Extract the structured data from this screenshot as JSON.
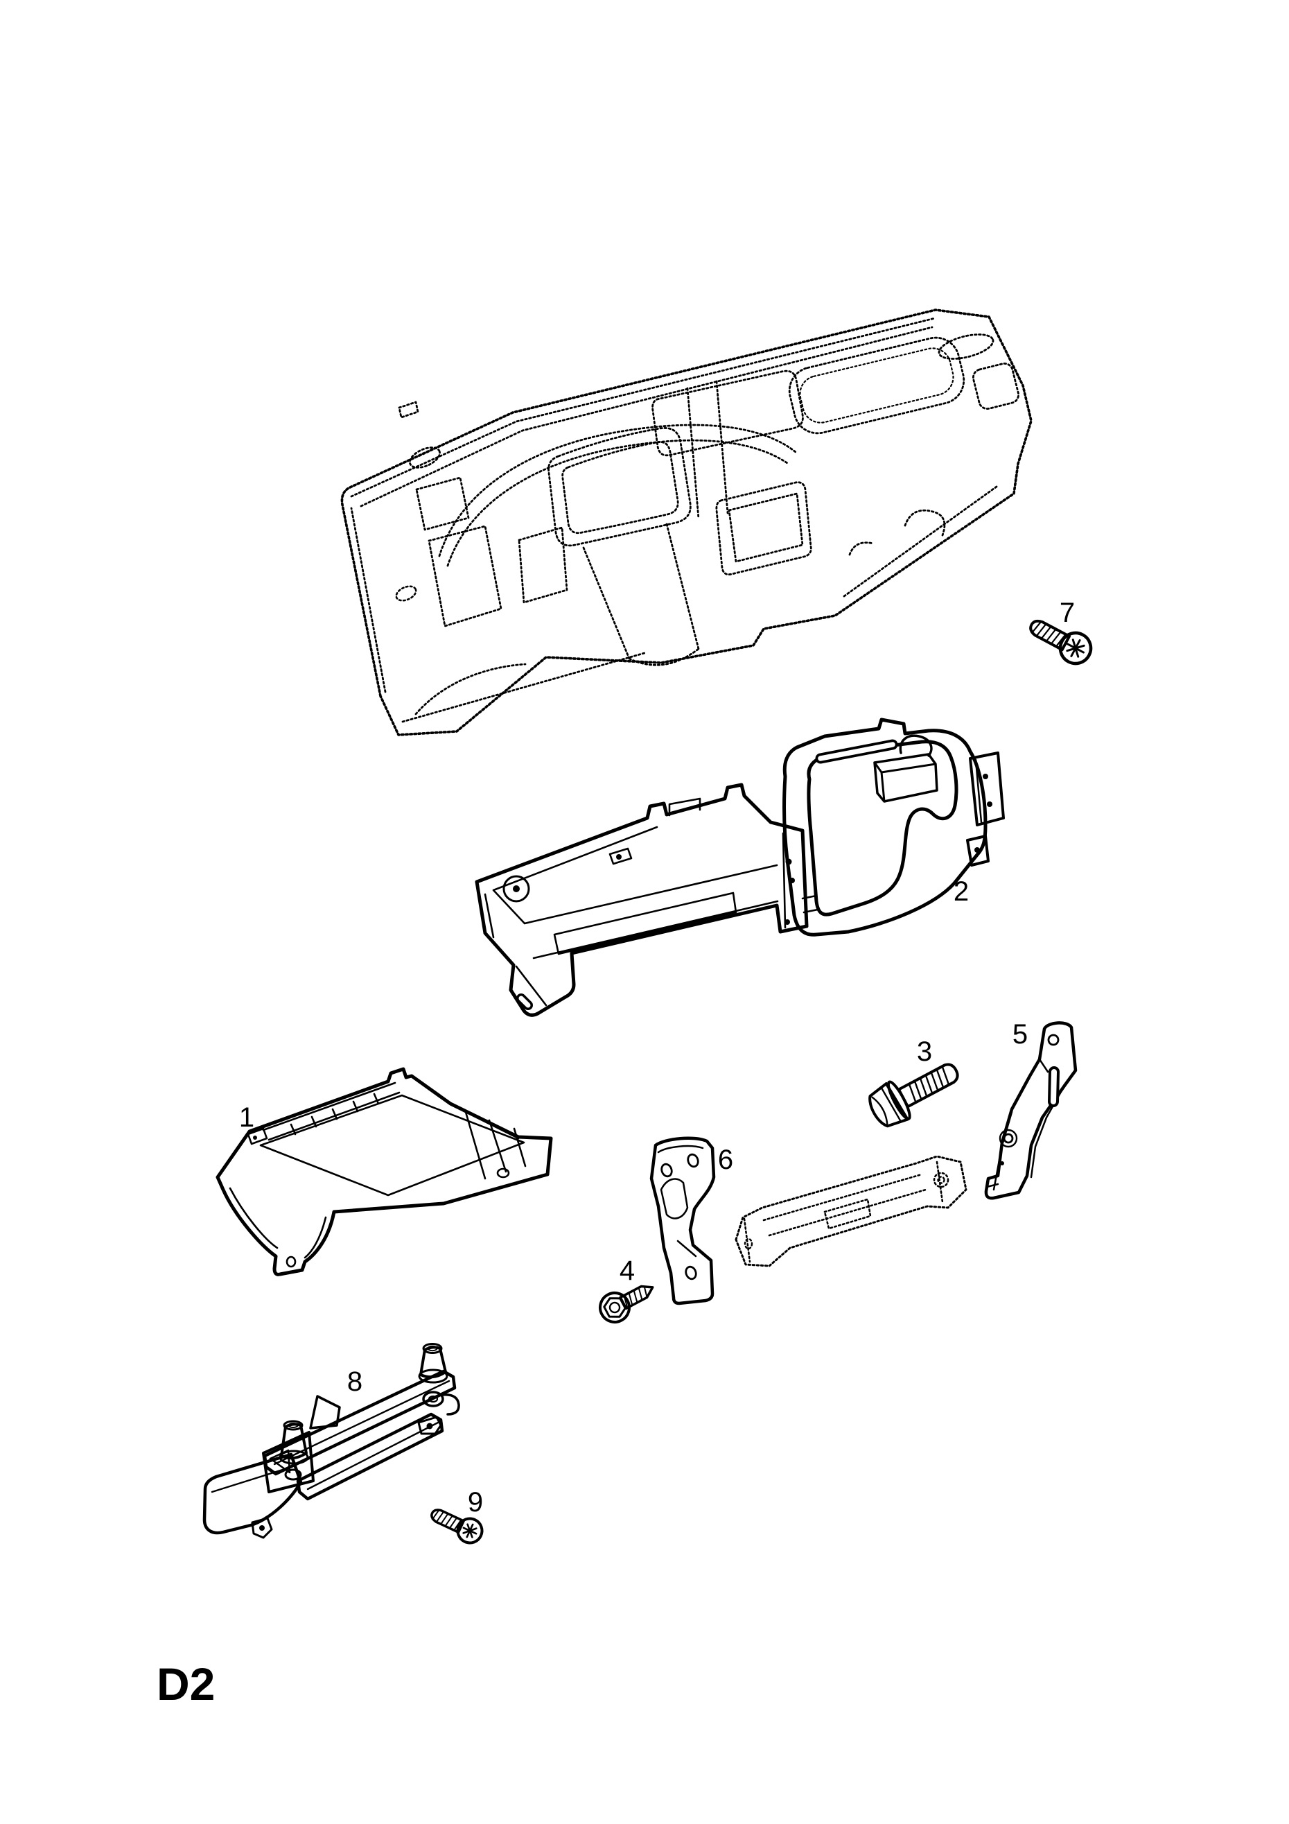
{
  "figure": {
    "code": "D2",
    "background": "#ffffff",
    "ink": "#000000",
    "style": "exploded-parts-line-art",
    "callouts": [
      {
        "label": "1"
      },
      {
        "label": "2"
      },
      {
        "label": "3"
      },
      {
        "label": "4"
      },
      {
        "label": "5"
      },
      {
        "label": "6"
      },
      {
        "label": "7"
      },
      {
        "label": "8"
      },
      {
        "label": "9"
      }
    ]
  }
}
